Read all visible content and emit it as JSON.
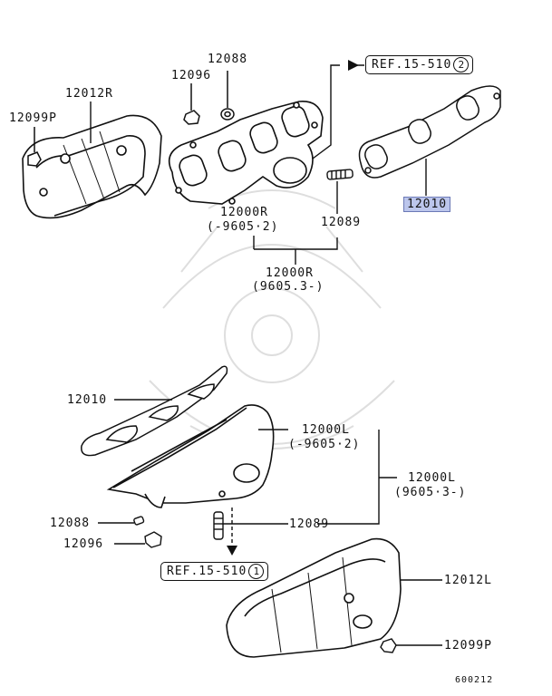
{
  "labels": {
    "p12012R": "12012R",
    "p12099P_top": "12099P",
    "p12096_top": "12096",
    "p12088_top": "12088",
    "p12000R_a": "12000R",
    "p12000R_a_range": "(-9605·2)",
    "p12089_top": "12089",
    "p12000R_b": "12000R",
    "p12000R_b_range": "(9605.3-)",
    "p12010_top": "12010",
    "p12010_bottom": "12010",
    "p12000L_a": "12000L",
    "p12000L_a_range": "(-9605·2)",
    "p12000L_b": "12000L",
    "p12000L_b_range": "(9605·3-)",
    "p12088_bottom": "12088",
    "p12096_bottom": "12096",
    "p12089_bottom": "12089",
    "p12012L": "12012L",
    "p12099P_bottom": "12099P"
  },
  "refs": {
    "ref_top_text": "REF.15-510",
    "ref_top_num": "2",
    "ref_bottom_text": "REF.15-510",
    "ref_bottom_num": "1"
  },
  "diagram_id": "600212",
  "colors": {
    "highlight_fill": "#bcc6ec",
    "highlight_border": "#6b79b6",
    "line": "#111111",
    "watermark": "#dddddd"
  },
  "icons": {
    "arrow_top": "arrow-right-icon",
    "arrow_bottom": "arrow-down-icon"
  }
}
